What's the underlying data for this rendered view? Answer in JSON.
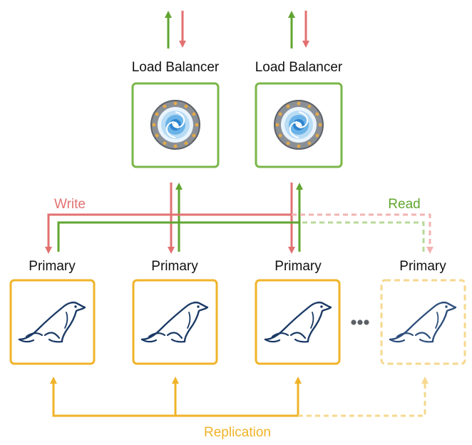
{
  "load_balancers": [
    {
      "label": "Load Balancer"
    },
    {
      "label": "Load Balancer"
    }
  ],
  "primaries": [
    {
      "label": "Primary",
      "style": "solid"
    },
    {
      "label": "Primary",
      "style": "solid"
    },
    {
      "label": "Primary",
      "style": "solid"
    },
    {
      "label": "Primary",
      "style": "dashed"
    }
  ],
  "flows": {
    "write_label": "Write",
    "read_label": "Read",
    "replication_label": "Replication"
  },
  "colors": {
    "write": "#e27170",
    "read": "#61a531",
    "replication": "#f0b329",
    "lb_border": "#7ab648",
    "primary_border": "#f0b329",
    "ghost": "#f6d88e",
    "seal": "#1b3a66"
  },
  "icons": {
    "load_balancer": "portal-vortex-icon",
    "primary": "seal-icon",
    "more": "ellipsis-icon"
  }
}
